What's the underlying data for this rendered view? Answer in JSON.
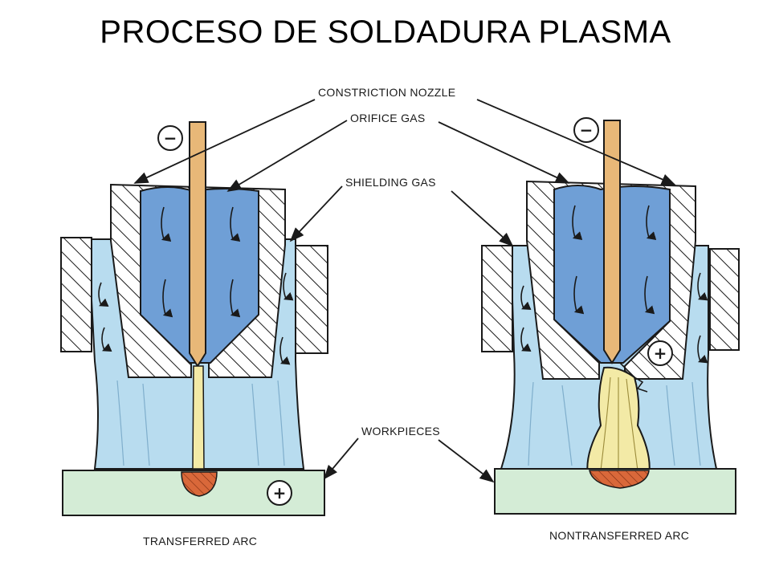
{
  "title": "PROCESO DE SOLDADURA PLASMA",
  "labels": {
    "constriction_nozzle": "CONSTRICTION NOZZLE",
    "orifice_gas": "ORIFICE GAS",
    "shielding_gas": "SHIELDING GAS",
    "workpieces": "WORKPIECES"
  },
  "captions": {
    "left": "TRANSFERRED ARC",
    "right": "NONTRANSFERRED ARC"
  },
  "signs": {
    "negative": "−",
    "positive": "+"
  },
  "colors": {
    "shielding_gas": "#b8dcef",
    "orifice_gas": "#6f9fd6",
    "electrode": "#e8b878",
    "arc": "#f3eaa6",
    "workpiece": "#d4ecd6",
    "weld_pool": "#d9683a",
    "outline": "#1a1a1a"
  }
}
